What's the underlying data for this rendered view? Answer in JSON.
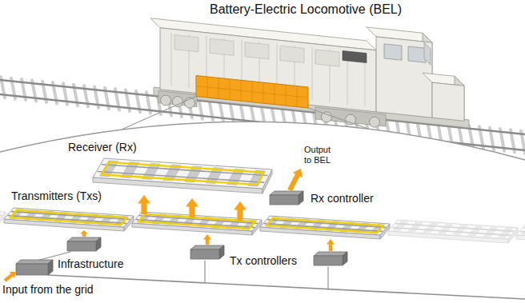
{
  "diagram": {
    "labels": [
      "Battery-Electric Locomotive (BEL)",
      "Receiver (Rx)",
      "Output to BEL",
      "Rx controller",
      "Transmitters (Txs)",
      "Tx controllers",
      "Infrastructure",
      "Input from the grid"
    ]
  }
}
